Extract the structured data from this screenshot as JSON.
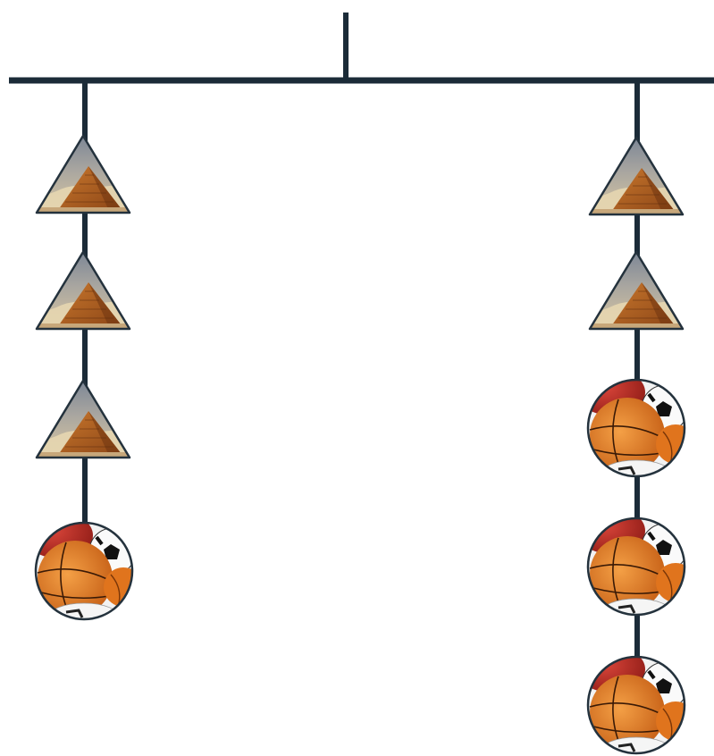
{
  "mobile": {
    "line_color": "#1b2b38",
    "shape_outline": "#24323d",
    "strings": [
      {
        "side": "left",
        "items": [
          "pyramid-triangle",
          "pyramid-triangle",
          "pyramid-triangle",
          "sports-balls-circle"
        ]
      },
      {
        "side": "right",
        "items": [
          "pyramid-triangle",
          "pyramid-triangle",
          "sports-balls-circle",
          "sports-balls-circle",
          "sports-balls-circle"
        ]
      }
    ]
  }
}
